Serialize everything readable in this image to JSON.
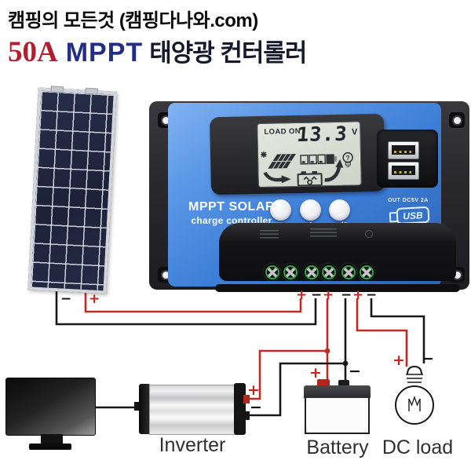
{
  "header": {
    "line1": "캠핑의 모든것 (캠핑다나와.com)",
    "line2": {
      "amp": "50A",
      "tech": "MPPT",
      "product": "태양광 컨터롤러"
    }
  },
  "controller": {
    "lcd": {
      "status": "LOAD ON",
      "voltage": "13.3",
      "unit": "V"
    },
    "brand": "MPPT SOLAR",
    "brand_sub": "charge controller",
    "usb_out_label": "OUT DC5V 2A",
    "usb_logo": "USB",
    "terminal_labels": [
      "+",
      "−",
      "+",
      "−",
      "+",
      "−"
    ],
    "icons": {
      "lcd": [
        "sun-icon",
        "solar-panel-icon",
        "battery-charge-bar-icon",
        "lamp-icon",
        "charge-arrow-icon",
        "battery-smiley-icon",
        "discharge-arrow-icon"
      ],
      "buttons": [
        "battery-icon",
        "arrow-up-icon",
        "arrow-down-lamp-icon"
      ]
    }
  },
  "solar_panel": {
    "lead_labels": {
      "minus": "−",
      "plus": "+"
    }
  },
  "devices": {
    "inverter": {
      "label": "Inverter",
      "plus": "+",
      "minus": "−"
    },
    "battery": {
      "label": "Battery",
      "plus": "+",
      "minus": "−"
    },
    "dc_load": {
      "label": "DC load",
      "plus": "+",
      "minus": "−"
    }
  },
  "colors": {
    "title_red": "#b01f2f",
    "title_blue": "#232f85",
    "title_dark": "#171a2d",
    "controller_blue": "#4183dc",
    "wire_red": "#bf2b24",
    "wire_black": "#181818",
    "lcd_bg": "#d9dcd3",
    "terminal_green": "#39a24a"
  }
}
